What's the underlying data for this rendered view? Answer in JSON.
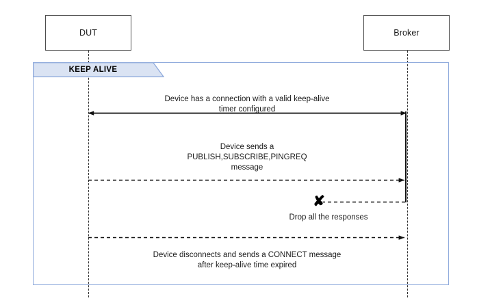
{
  "diagram": {
    "type": "sequence-diagram",
    "participants": [
      {
        "id": "dut",
        "label": "DUT"
      },
      {
        "id": "broker",
        "label": "Broker"
      }
    ],
    "fragment": {
      "label": "KEEP ALIVE",
      "fill_color": "#dae3f3",
      "border_color": "#8faadc"
    },
    "messages": [
      {
        "id": "msg1",
        "text": "Device has a connection with a valid keep-alive\ntimer configured",
        "style": "solid",
        "direction": "bidirectional",
        "from": "dut",
        "to": "broker"
      },
      {
        "id": "msg2",
        "text": "Device sends a\nPUBLISH,SUBSCRIBE,PINGREQ\nmessage",
        "style": "dashed",
        "direction": "right",
        "from": "dut",
        "to": "broker"
      },
      {
        "id": "msg3",
        "text": "Drop all the responses",
        "style": "dashed",
        "direction": "left",
        "from": "broker",
        "to": "dropped",
        "marker": "drop-x"
      },
      {
        "id": "msg4",
        "text": "Device disconnects and sends a CONNECT message\nafter keep-alive time expired",
        "style": "dashed",
        "direction": "right",
        "from": "dut",
        "to": "broker"
      }
    ],
    "drop_marker_glyph": "✘",
    "colors": {
      "line": "#333333",
      "participant_border": "#4d4d4d",
      "text": "#1a1a1a"
    }
  }
}
